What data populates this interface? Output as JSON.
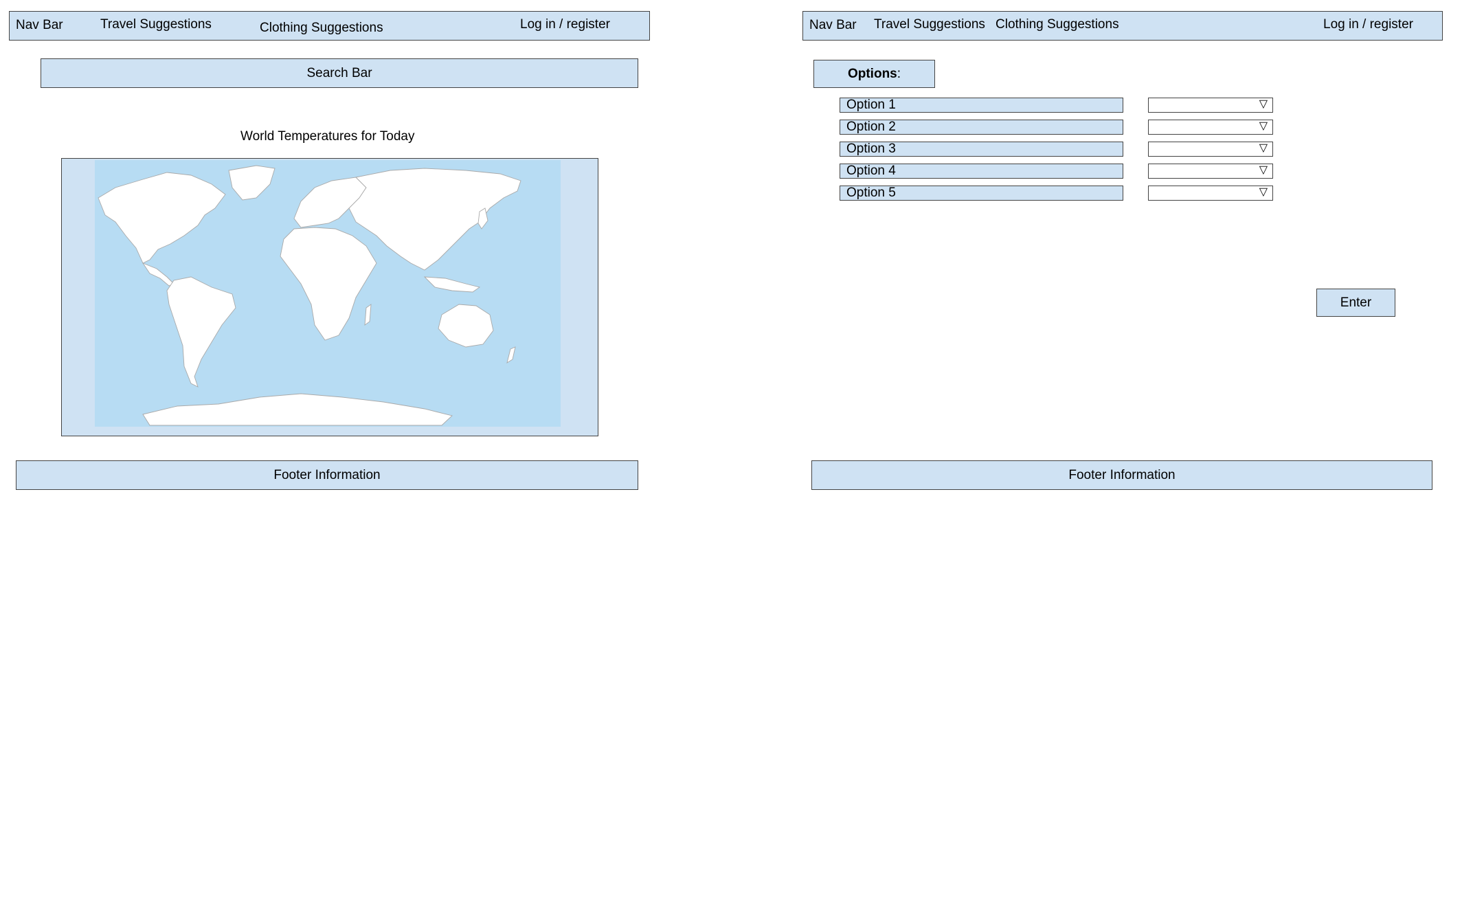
{
  "left_page": {
    "nav": {
      "brand": "Nav Bar",
      "travel": "Travel Suggestions",
      "clothing": "Clothing Suggestions",
      "login": "Log in / register"
    },
    "search_bar": "Search Bar",
    "map_title": "World Temperatures for Today",
    "footer": "Footer Information"
  },
  "right_page": {
    "nav": {
      "brand": "Nav Bar",
      "travel": "Travel Suggestions",
      "clothing": "Clothing Suggestions",
      "login": "Log in / register"
    },
    "options_heading_bold": "Options",
    "options_heading_suffix": ":",
    "options": [
      {
        "label": "Option 1"
      },
      {
        "label": "Option 2"
      },
      {
        "label": "Option 3"
      },
      {
        "label": "Option 4"
      },
      {
        "label": "Option 5"
      }
    ],
    "dropdown_icon": "▽",
    "enter_label": "Enter",
    "footer": "Footer Information"
  },
  "colors": {
    "panel": "#cfe2f3",
    "border": "#434343",
    "ocean": "#b7dcf3",
    "land": "#ffffff"
  }
}
